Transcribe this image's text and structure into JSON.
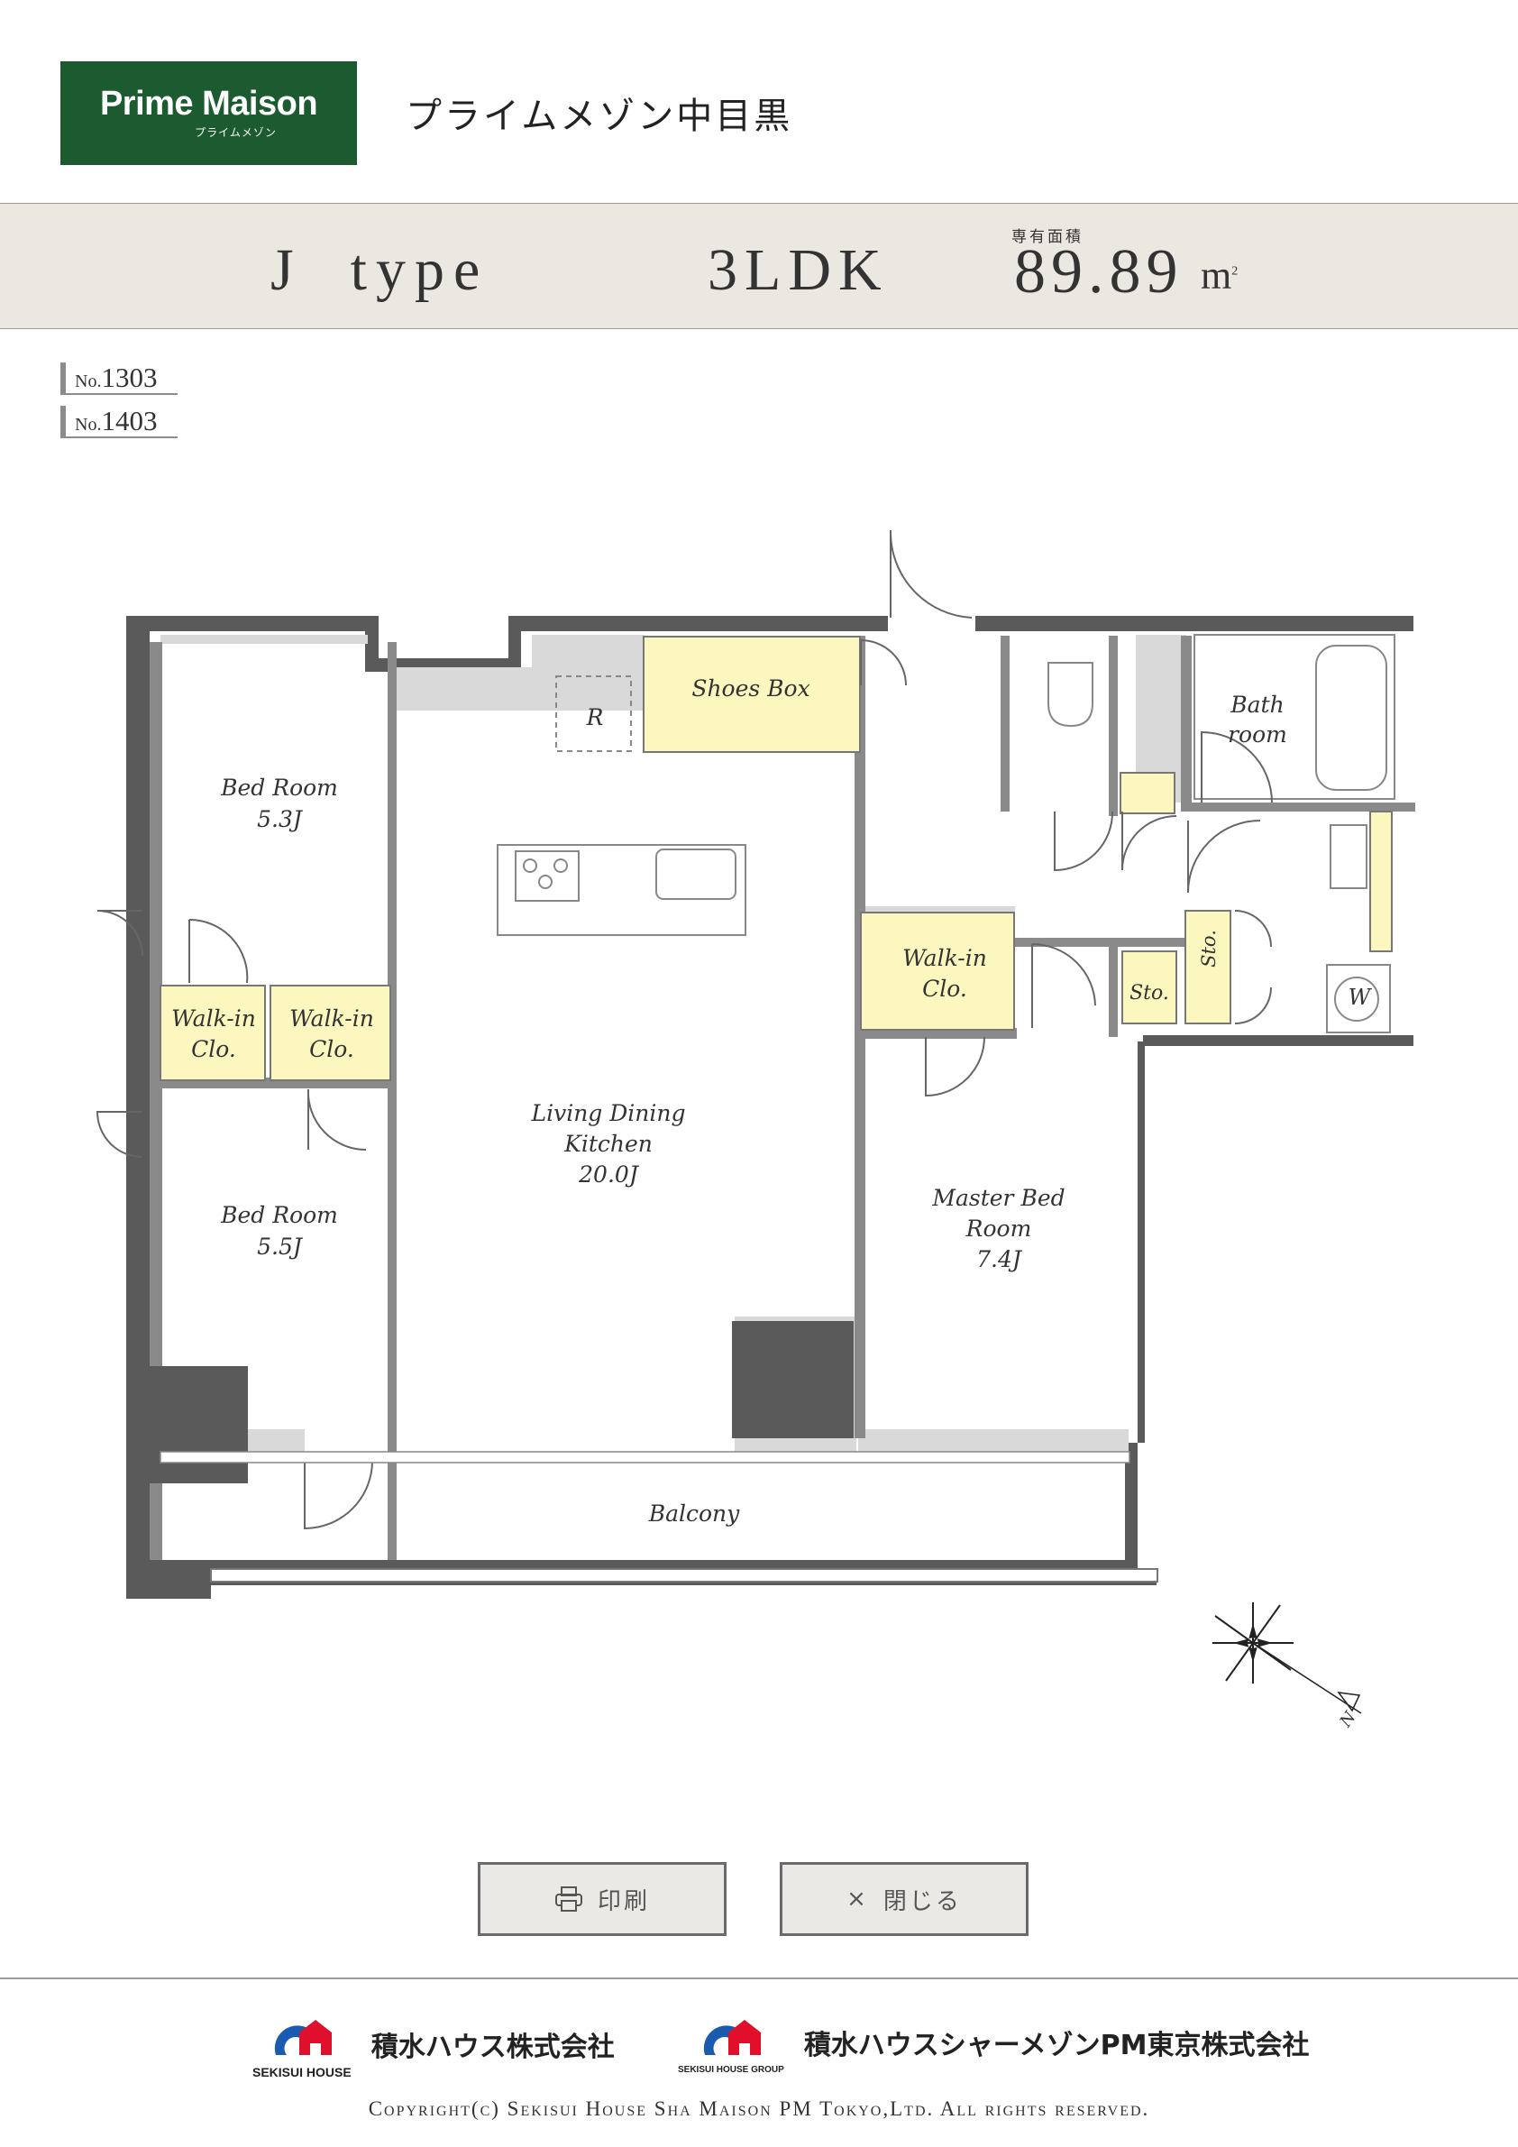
{
  "header": {
    "brand": "Prime Maison",
    "brand_sub": "プライムメゾン",
    "property_name": "プライムメゾン中目黒"
  },
  "unit_type": {
    "type_name": "J  type",
    "layout": "3LDK",
    "area_label": "専有面積",
    "area_value": "89.89",
    "area_unit": "m",
    "area_unit_sup": "2"
  },
  "unit_numbers": [
    {
      "prefix": "No.",
      "number": "1303"
    },
    {
      "prefix": "No.",
      "number": "1403"
    }
  ],
  "floor_plan": {
    "rooms": {
      "bed_room_1": {
        "name": "Bed Room",
        "size": "5.3J"
      },
      "bed_room_2": {
        "name": "Bed Room",
        "size": "5.5J"
      },
      "walk_in_1": {
        "line1": "Walk-in",
        "line2": "Clo."
      },
      "walk_in_2": {
        "line1": "Walk-in",
        "line2": "Clo."
      },
      "walk_in_3": {
        "line1": "Walk-in",
        "line2": "Clo."
      },
      "ldk": {
        "line1": "Living Dining",
        "line2": "Kitchen",
        "size": "20.0J"
      },
      "master": {
        "line1": "Master Bed",
        "line2": "Room",
        "size": "7.4J"
      },
      "shoes_box": "Shoes Box",
      "refrigerator": "R",
      "bath": {
        "line1": "Bath",
        "line2": "room"
      },
      "storage_1": "Sto.",
      "storage_2": "Sto.",
      "washer": "W",
      "balcony": "Balcony"
    },
    "compass_label": "N"
  },
  "buttons": {
    "print_label": "印刷",
    "close_label": "閉じる",
    "close_symbol": "×"
  },
  "footer": {
    "company_1": "積水ハウス株式会社",
    "company_1_logo_text": "SEKISUI HOUSE",
    "company_2": "積水ハウスシャーメゾンPM東京株式会社",
    "company_2_logo_text": "SEKISUI HOUSE GROUP",
    "copyright": "Copyright(c) Sekisui House Sha Maison PM Tokyo,Ltd. All rights reserved."
  },
  "colors": {
    "brand_green": "#1c5a2f",
    "band_bg": "#ebe7e1",
    "closet_yellow": "#fbf7bf",
    "wall_dark": "#5a5a5a",
    "wall_light": "#d9d9d9",
    "sekisui_blue": "#1a5bb0",
    "sekisui_red": "#e0102c"
  }
}
